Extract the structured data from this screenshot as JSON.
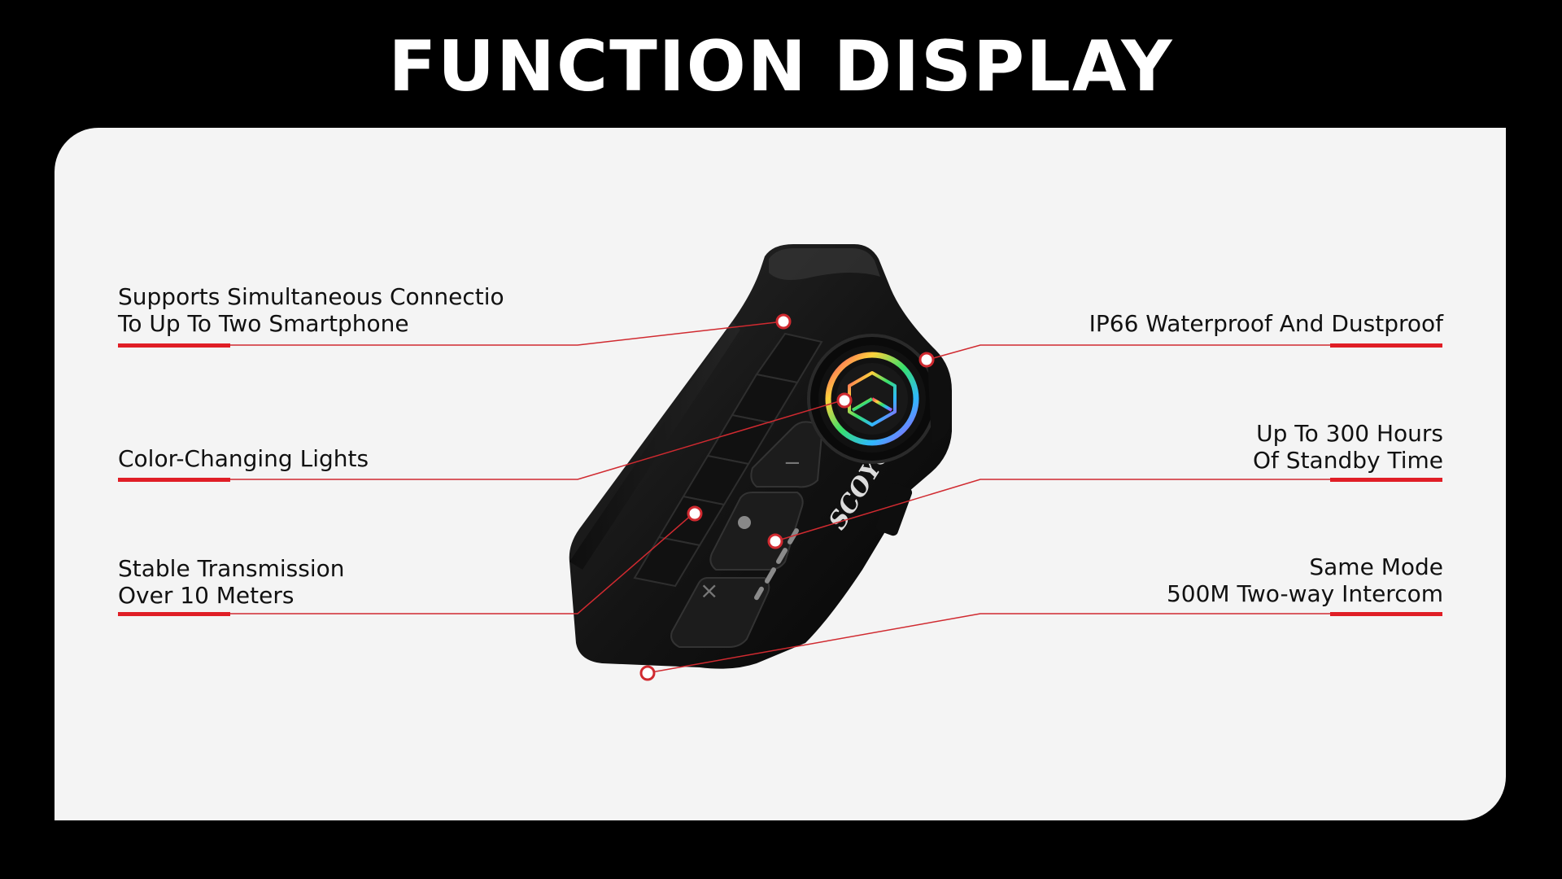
{
  "header": {
    "title": "FUNCTION DISPLAY"
  },
  "colors": {
    "background": "#000000",
    "panel": "#f4f4f4",
    "accent": "#e01e26",
    "leader": "#d02a30",
    "device": "#151515"
  },
  "product": {
    "brand": "SCOYCO"
  },
  "features": {
    "left": [
      {
        "lines": [
          "Supports Simultaneous Connectio",
          "To Up To Two Smartphone"
        ]
      },
      {
        "lines": [
          "Color-Changing Lights"
        ]
      },
      {
        "lines": [
          "Stable Transmission",
          "Over 10 Meters"
        ]
      }
    ],
    "right": [
      {
        "lines": [
          "IP66 Waterproof And Dustproof"
        ]
      },
      {
        "lines": [
          "Up To 300 Hours",
          "Of Standby Time"
        ]
      },
      {
        "lines": [
          "Same Mode",
          "500M Two-way Intercom"
        ]
      }
    ]
  }
}
